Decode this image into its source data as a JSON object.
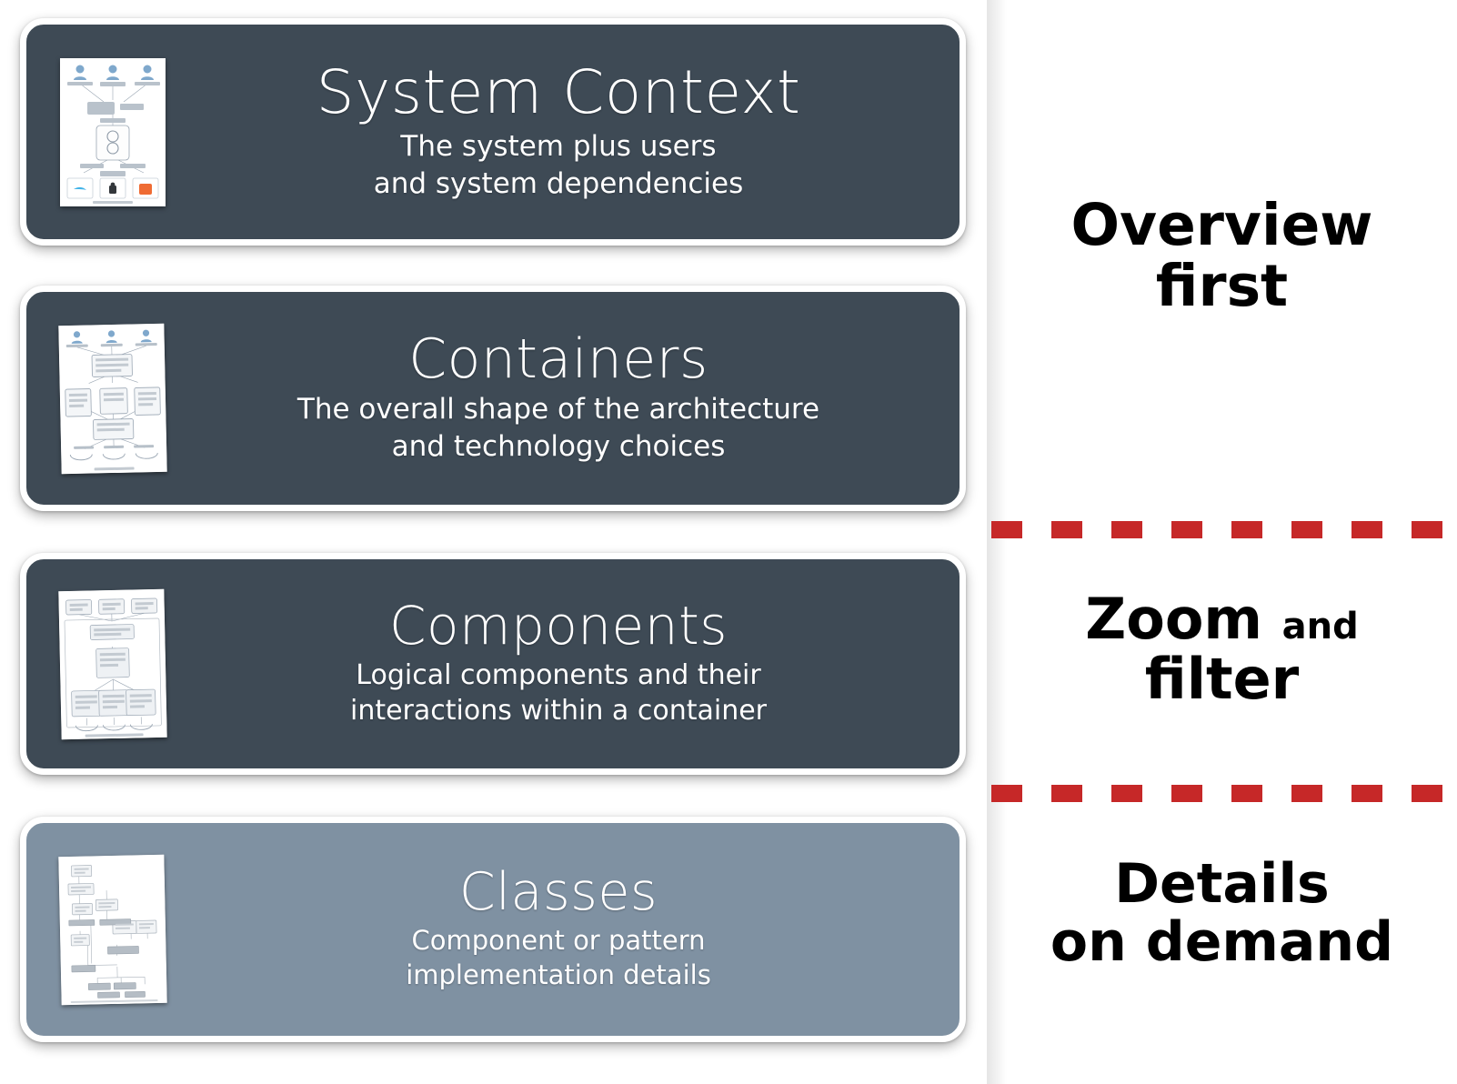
{
  "levels": [
    {
      "id": "system-context",
      "title": "System Context",
      "desc_line1": "The system plus users",
      "desc_line2": "and system dependencies",
      "thumbnail": "system-context-diagram-thumbnail",
      "style": "dark",
      "bg": "#3e4a55"
    },
    {
      "id": "containers",
      "title": "Containers",
      "desc_line1": "The overall shape of the architecture",
      "desc_line2": "and technology choices",
      "thumbnail": "containers-diagram-thumbnail",
      "style": "dark",
      "bg": "#3e4a55"
    },
    {
      "id": "components",
      "title": "Components",
      "desc_line1": "Logical components and their",
      "desc_line2": "interactions within a container",
      "thumbnail": "components-diagram-thumbnail",
      "style": "dark",
      "bg": "#3e4a55"
    },
    {
      "id": "classes",
      "title": "Classes",
      "desc_line1": "Component or pattern",
      "desc_line2": "implementation details",
      "thumbnail": "class-diagram-thumbnail",
      "style": "light",
      "bg": "#7f91a2"
    }
  ],
  "annotations": {
    "overview": {
      "line1": "Overview",
      "line2": "first"
    },
    "zoom": {
      "line1_big": "Zoom",
      "line1_small": "and",
      "line2": "filter"
    },
    "details": {
      "line1": "Details",
      "line2": "on demand"
    }
  },
  "colors": {
    "card_dark": "#3e4a55",
    "card_light": "#7f91a2",
    "card_border": "#ffffff",
    "separator_red": "#c62828",
    "page_background": "#ffffff",
    "annotation_text": "#000000"
  }
}
